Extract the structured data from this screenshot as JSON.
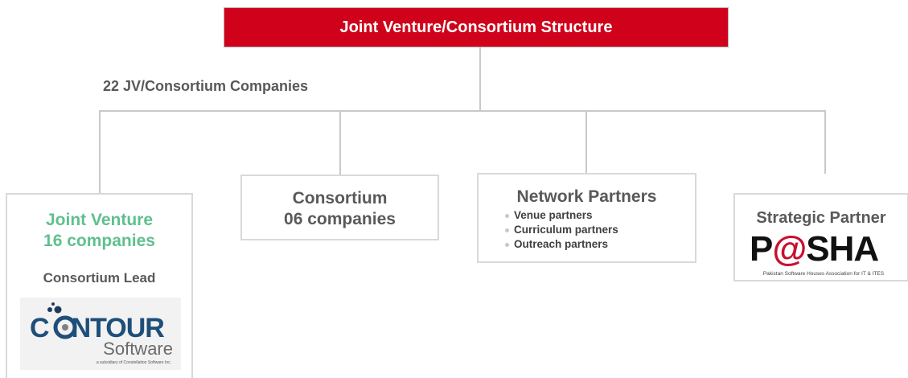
{
  "header": {
    "title": "Joint Venture/Consortium Structure"
  },
  "summary": {
    "label": "22 JV/Consortium Companies"
  },
  "joint_venture": {
    "title": "Joint Venture",
    "count": "16 companies",
    "lead_label": "Consortium Lead",
    "logo": {
      "name_part1": "C",
      "name_part2": "NTOUR",
      "sub": "Software",
      "tagline": "a subsidiary of Constellation Software Inc."
    }
  },
  "consortium": {
    "title": "Consortium",
    "count": "06 companies"
  },
  "network": {
    "title": "Network Partners",
    "items": [
      "Venue partners",
      "Curriculum partners",
      "Outreach partners"
    ]
  },
  "strategic": {
    "title": "Strategic Partner",
    "logo": {
      "p": "P",
      "at": "@",
      "sha": "SHA",
      "tagline": "Pakistan Software Houses Association for IT & ITES"
    }
  },
  "colors": {
    "header_bg": "#d0021b",
    "jv_green": "#5fbf8f",
    "contour_blue": "#1f4e79",
    "pasha_red": "#c8102e"
  }
}
